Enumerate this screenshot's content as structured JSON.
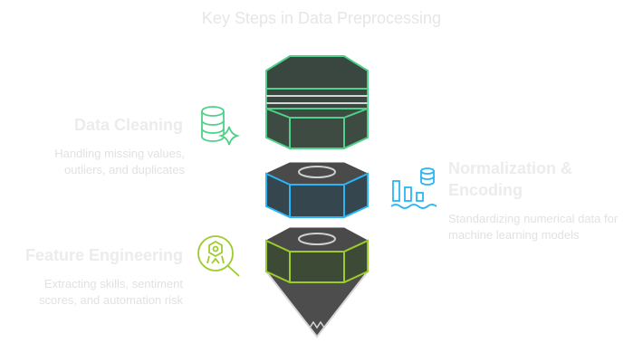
{
  "title": "Key Steps in Data Preprocessing",
  "steps": [
    {
      "heading": "Data Cleaning",
      "description": "Handling missing values, outliers, and duplicates",
      "icon": "database-sparkle-icon",
      "color": "#4fd18a"
    },
    {
      "heading": "Normalization & Encoding",
      "description": "Standardizing numerical data for machine learning models",
      "icon": "bar-chart-database-icon",
      "color": "#29b6f6"
    },
    {
      "heading": "Feature Engineering",
      "description": "Extracting skills, sentiment scores, and automation risk",
      "icon": "robot-search-icon",
      "color": "#9ccc2b"
    }
  ],
  "colors": {
    "body": "#3d4b42",
    "top": "#4a4a4a",
    "funnel": "#4d4d4d"
  }
}
